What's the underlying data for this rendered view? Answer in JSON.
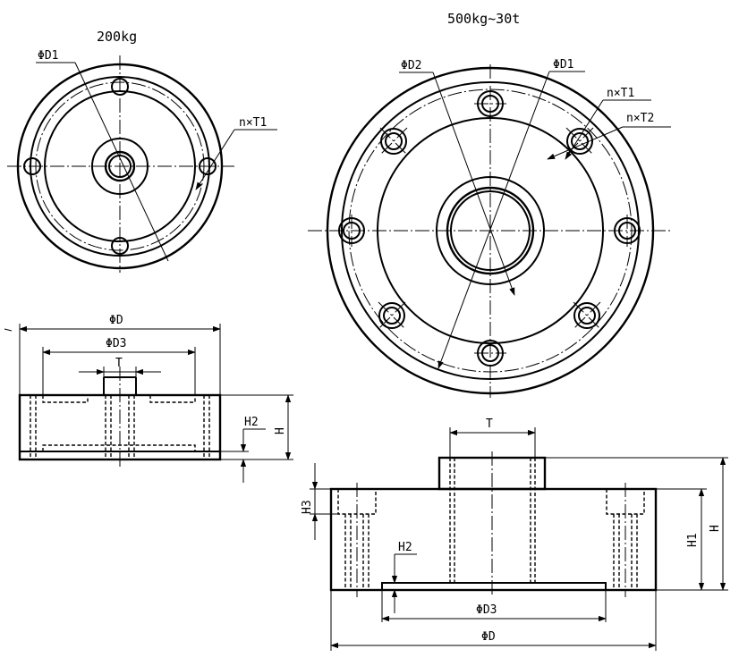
{
  "titles": {
    "small": "200kg",
    "large": "500kg~30t"
  },
  "small_top": {
    "d1": "ΦD1",
    "nt1": "n×T1"
  },
  "small_side": {
    "d": "ΦD",
    "d3": "ΦD3",
    "t": "T",
    "h2": "H2",
    "h": "H"
  },
  "large_top": {
    "d2": "ΦD2",
    "d1": "ΦD1",
    "nt1": "n×T1",
    "nt2": "n×T2"
  },
  "large_side": {
    "t": "T",
    "h3": "H3",
    "h2": "H2",
    "h1": "H1",
    "h": "H",
    "d3": "ΦD3",
    "d": "ΦD"
  }
}
